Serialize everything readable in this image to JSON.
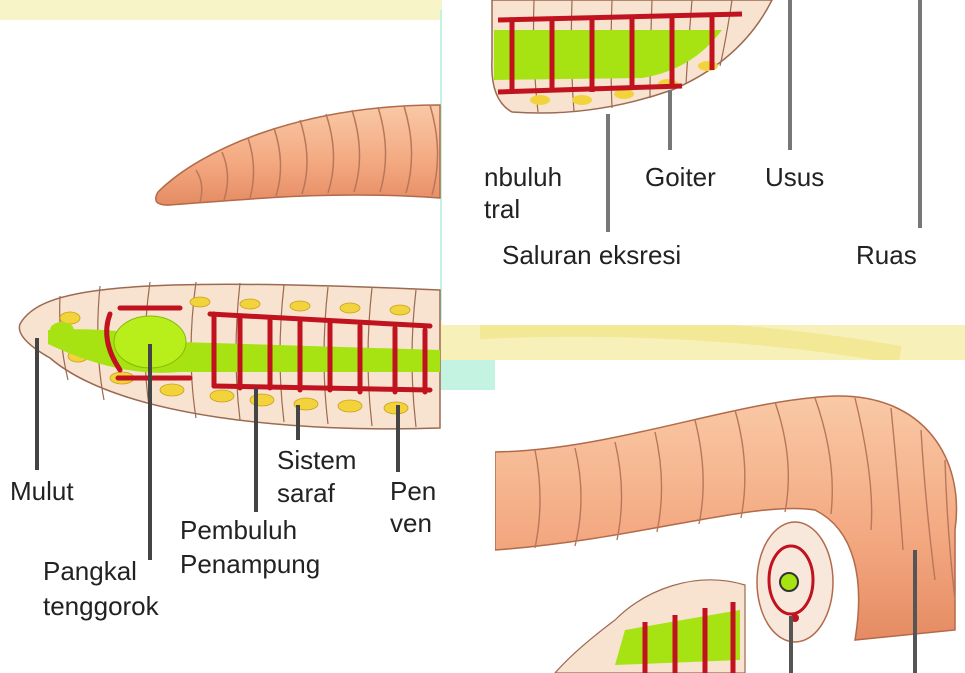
{
  "labels": {
    "mulut": "Mulut",
    "pangkal_line1": "Pangkal",
    "pangkal_line2": "tenggorok",
    "pembuluh_penampung_line1": "Pembuluh",
    "pembuluh_penampung_line2": "Penampung",
    "sistem_line1": "Sistem",
    "sistem_line2": "saraf",
    "ventral_partial_line1": "Pen",
    "ventral_partial_line2": "ven",
    "dorsal_partial_line1": "nbuluh",
    "dorsal_partial_line2": "tral",
    "goiter": "Goiter",
    "usus": "Usus",
    "saluran": "Saluran eksresi",
    "ruas": "Ruas"
  },
  "colors": {
    "body_fill": "#f6b48f",
    "body_stroke": "#b26a4a",
    "cut_body": "#f8e8dc",
    "blood_vessel": "#c1121f",
    "gut": "#a7e312",
    "yellow": "#f2d33c",
    "line": "#555555",
    "teal_bg": "#7fe6c7",
    "cream": "#f7f1b9"
  }
}
